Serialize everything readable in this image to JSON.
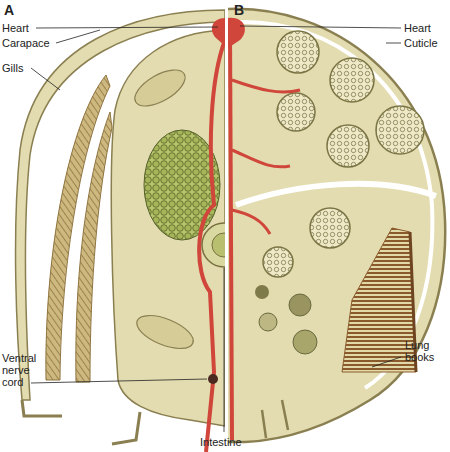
{
  "diagram": {
    "labels": [
      "A",
      "Heart",
      "Carapace",
      "Gills",
      "Ventral nerve cord",
      "Intestine",
      "B",
      "Heart",
      "Cuticle",
      "Lung books"
    ]
  }
}
